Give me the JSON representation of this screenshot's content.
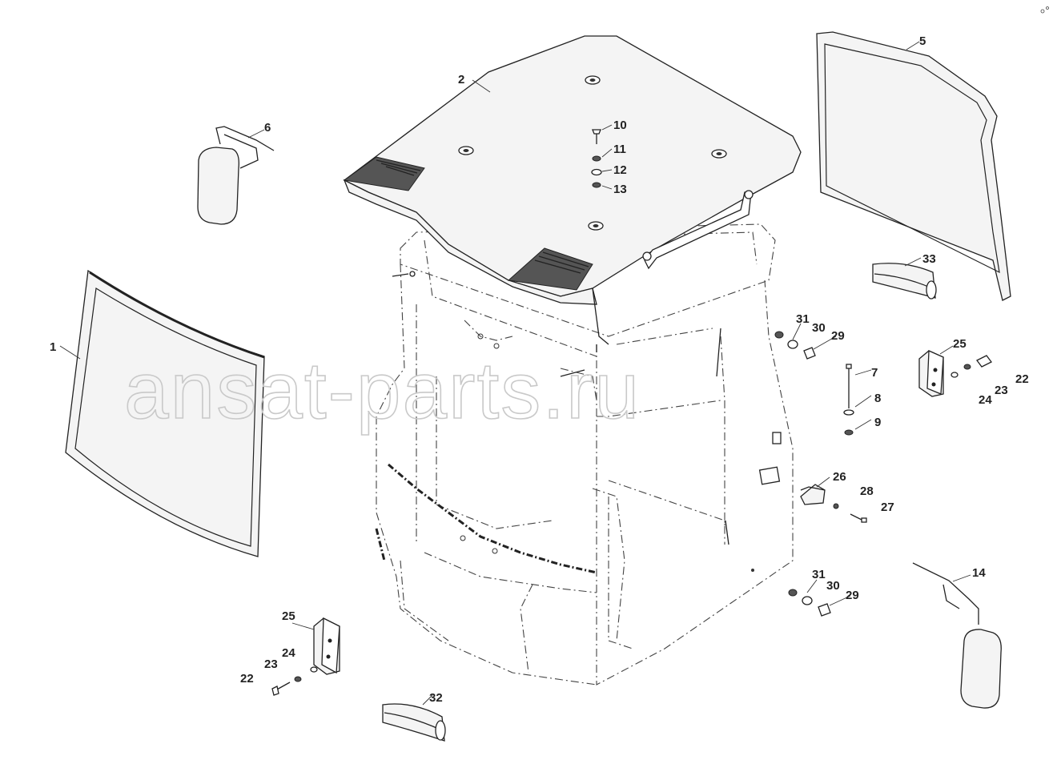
{
  "diagram": {
    "watermark": "ansat-parts.ru",
    "callouts": {
      "c1": "1",
      "c2": "2",
      "c5": "5",
      "c6": "6",
      "c7": "7",
      "c8": "8",
      "c9": "9",
      "c10": "10",
      "c11": "11",
      "c12": "12",
      "c13": "13",
      "c14": "14",
      "c22a": "22",
      "c23a": "23",
      "c24a": "24",
      "c25a": "25",
      "c22b": "22",
      "c23b": "23",
      "c24b": "24",
      "c25b": "25",
      "c26": "26",
      "c27": "27",
      "c28": "28",
      "c29a": "29",
      "c30a": "30",
      "c31a": "31",
      "c29b": "29",
      "c30b": "30",
      "c31b": "31",
      "c32": "32",
      "c33": "33"
    }
  }
}
